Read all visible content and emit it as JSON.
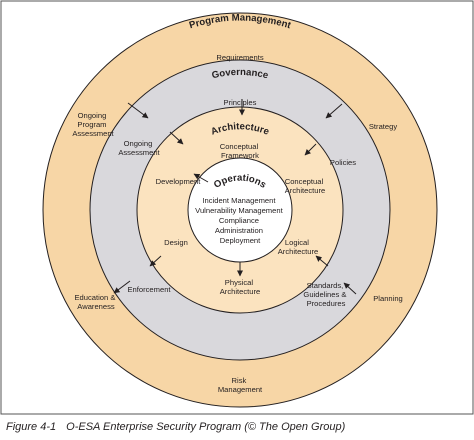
{
  "colors": {
    "program_ring": "#f7d6a6",
    "governance_ring": "#d9d8dc",
    "architecture_ring": "#fbe3bf",
    "operations_core": "#ffffff",
    "outline": "#231f20",
    "frame": "#555555"
  },
  "program_management": {
    "title": "Program Management",
    "items": {
      "requirements": "Requirements",
      "strategy": "Strategy",
      "planning": "Planning",
      "risk_management": [
        "Risk",
        "Management"
      ],
      "education": [
        "Education &",
        "Awareness"
      ],
      "ongoing_assessment": [
        "Ongoing",
        "Program",
        "Assessment"
      ]
    }
  },
  "governance": {
    "title": "Governance",
    "items": {
      "principles": "Principles",
      "policies": "Policies",
      "standards": [
        "Standards,",
        "Guidelines &",
        "Procedures"
      ],
      "enforcement": "Enforcement",
      "ongoing_assessment": [
        "Ongoing",
        "Assessment"
      ]
    }
  },
  "architecture": {
    "title": "Architecture",
    "items": {
      "conceptual_framework": [
        "Conceptual",
        "Framework"
      ],
      "conceptual_architecture": [
        "Conceptual",
        "Architecture"
      ],
      "logical_architecture": [
        "Logical",
        "Architecture"
      ],
      "physical_architecture": [
        "Physical",
        "Architecture"
      ],
      "design": "Design",
      "development": "Development"
    }
  },
  "operations": {
    "title": "Operations",
    "items": [
      "Incident Management",
      "Vulnerability Management",
      "Compliance",
      "Administration",
      "Deployment"
    ]
  },
  "caption": {
    "number": "Figure 4-1",
    "text": "O-ESA Enterprise Security Program (© The Open Group)"
  }
}
